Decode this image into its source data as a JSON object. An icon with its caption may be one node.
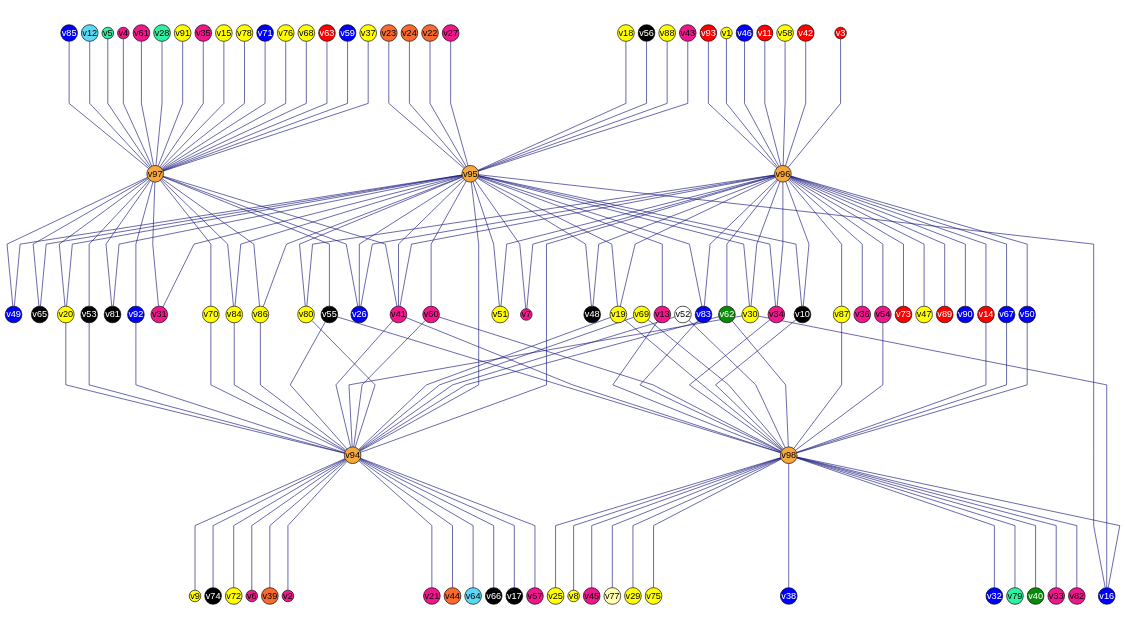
{
  "diagram": {
    "nodes": [
      {
        "text": [
          "v85"
        ]
      },
      {
        "text": [
          "v12"
        ]
      },
      {
        "text": [
          "v5"
        ]
      },
      {
        "text": [
          "v4"
        ]
      },
      {
        "text": [
          "v61"
        ]
      },
      {
        "text": [
          "v28"
        ]
      },
      {
        "text": [
          "v91"
        ]
      },
      {
        "text": [
          "v35"
        ]
      },
      {
        "text": [
          "v15"
        ]
      },
      {
        "text": [
          "v78"
        ]
      },
      {
        "text": [
          "v71"
        ]
      },
      {
        "text": [
          "v76"
        ]
      },
      {
        "text": [
          "v68"
        ]
      },
      {
        "text": [
          "v23"
        ]
      },
      {
        "text": [
          "v63"
        ]
      },
      {
        "text": [
          "v24"
        ]
      },
      {
        "text": [
          "v59"
        ]
      },
      {
        "text": [
          "v97"
        ]
      },
      {
        "text": [
          "v49"
        ]
      },
      {
        "text": [
          "v22"
        ]
      },
      {
        "text": [
          "v37"
        ]
      },
      {
        "text": [
          "v27"
        ]
      },
      {
        "text": [
          "v65"
        ]
      },
      {
        "text": [
          "v9"
        ]
      },
      {
        "text": [
          "v74"
        ]
      },
      {
        "text": [
          "v53"
        ]
      },
      {
        "text": [
          "v18"
        ]
      },
      {
        "text": [
          "v20"
        ]
      },
      {
        "text": [
          "v81"
        ]
      },
      {
        "text": [
          "v92"
        ]
      },
      {
        "text": [
          "v31"
        ]
      },
      {
        "text": [
          "v70"
        ]
      },
      {
        "text": [
          "v72"
        ]
      },
      {
        "text": [
          "v56"
        ]
      },
      {
        "text": [
          "v84"
        ]
      },
      {
        "text": [
          "v86"
        ]
      },
      {
        "text": [
          "v6"
        ]
      },
      {
        "text": [
          "v16"
        ]
      },
      {
        "text": [
          "v88"
        ]
      },
      {
        "text": [
          "v95"
        ]
      },
      {
        "text": [
          "v39"
        ]
      },
      {
        "text": [
          "v30"
        ]
      },
      {
        "text": [
          "v55"
        ]
      },
      {
        "text": [
          "v26"
        ]
      },
      {
        "text": [
          "v83"
        ]
      },
      {
        "text": [
          "v43"
        ]
      },
      {
        "text": [
          "v60"
        ]
      },
      {
        "text": [
          "v2"
        ]
      },
      {
        "text": [
          "v41"
        ]
      },
      {
        "text": [
          "v94"
        ]
      },
      {
        "text": [
          "v51"
        ]
      },
      {
        "text": [
          "v7"
        ]
      },
      {
        "text": [
          "v80"
        ]
      },
      {
        "text": [
          "v48"
        ]
      },
      {
        "text": [
          "v34"
        ]
      },
      {
        "text": [
          "v21"
        ]
      },
      {
        "text": [
          "v93"
        ]
      },
      {
        "text": [
          "v19"
        ]
      },
      {
        "text": [
          "v69"
        ]
      },
      {
        "text": [
          "v1"
        ]
      },
      {
        "text": [
          "v44"
        ]
      },
      {
        "text": [
          "v10"
        ]
      },
      {
        "text": [
          "v50"
        ]
      },
      {
        "text": [
          "v46"
        ]
      },
      {
        "text": [
          "v62"
        ]
      },
      {
        "text": [
          "v25"
        ]
      },
      {
        "text": [
          "v64"
        ]
      },
      {
        "text": [
          "v96"
        ]
      },
      {
        "text": [
          "v11"
        ]
      },
      {
        "text": [
          "v52"
        ]
      },
      {
        "text": [
          "v13"
        ]
      },
      {
        "text": [
          "v66"
        ]
      },
      {
        "text": [
          "v17"
        ]
      },
      {
        "text": [
          "v58"
        ]
      },
      {
        "text": [
          "v98"
        ]
      },
      {
        "text": [
          "v87"
        ]
      },
      {
        "text": [
          "v57"
        ]
      },
      {
        "text": [
          "v42"
        ]
      },
      {
        "text": [
          "v8"
        ]
      },
      {
        "text": [
          "v54"
        ]
      },
      {
        "text": [
          "v45"
        ]
      },
      {
        "text": [
          "v3"
        ]
      },
      {
        "text": [
          "v36"
        ]
      },
      {
        "text": [
          "v77"
        ]
      },
      {
        "text": [
          "v14"
        ]
      },
      {
        "text": [
          "v29"
        ]
      },
      {
        "text": [
          "v73"
        ]
      },
      {
        "text": [
          "v47"
        ]
      },
      {
        "text": [
          "v75"
        ]
      },
      {
        "text": [
          "v89"
        ]
      },
      {
        "text": [
          "v38"
        ]
      },
      {
        "text": [
          "v90"
        ]
      },
      {
        "text": [
          "v67"
        ]
      },
      {
        "text": [
          "v32"
        ]
      },
      {
        "text": [
          "v79"
        ]
      },
      {
        "text": [
          "v40"
        ]
      },
      {
        "text": [
          "v33"
        ]
      },
      {
        "text": [
          "v82"
        ]
      }
    ],
    "edges": [
      {
        "from": 0,
        "to": 17,
        "arrow": "none"
      },
      {
        "from": 1,
        "to": 17,
        "arrow": "none"
      },
      {
        "from": 2,
        "to": 17,
        "arrow": "none"
      },
      {
        "from": 3,
        "to": 17,
        "arrow": "none"
      },
      {
        "from": 4,
        "to": 17,
        "arrow": "none"
      },
      {
        "from": 5,
        "to": 17,
        "arrow": "none"
      },
      {
        "from": 6,
        "to": 17,
        "arrow": "none"
      },
      {
        "from": 7,
        "to": 17,
        "arrow": "none"
      },
      {
        "from": 8,
        "to": 17,
        "arrow": "none"
      },
      {
        "from": 9,
        "to": 17,
        "arrow": "none"
      },
      {
        "from": 10,
        "to": 17,
        "arrow": "none"
      },
      {
        "from": 11,
        "to": 17,
        "arrow": "none"
      },
      {
        "from": 12,
        "to": 17,
        "arrow": "none"
      },
      {
        "from": 14,
        "to": 17,
        "arrow": "none"
      },
      {
        "from": 16,
        "to": 17,
        "arrow": "none"
      },
      {
        "from": 20,
        "to": 17,
        "arrow": "none"
      },
      {
        "from": 13,
        "to": 39,
        "arrow": "none"
      },
      {
        "from": 15,
        "to": 39,
        "arrow": "none"
      },
      {
        "from": 19,
        "to": 39,
        "arrow": "none"
      },
      {
        "from": 21,
        "to": 39,
        "arrow": "none"
      },
      {
        "from": 26,
        "to": 39,
        "arrow": "none"
      },
      {
        "from": 33,
        "to": 39,
        "arrow": "none"
      },
      {
        "from": 38,
        "to": 39,
        "arrow": "none"
      },
      {
        "from": 45,
        "to": 39,
        "arrow": "none"
      },
      {
        "from": 56,
        "to": 67,
        "arrow": "none"
      },
      {
        "from": 59,
        "to": 67,
        "arrow": "none"
      },
      {
        "from": 63,
        "to": 67,
        "arrow": "none"
      },
      {
        "from": 68,
        "to": 67,
        "arrow": "none"
      },
      {
        "from": 73,
        "to": 67,
        "arrow": "none"
      },
      {
        "from": 77,
        "to": 67,
        "arrow": "none"
      },
      {
        "from": 81,
        "to": 67,
        "arrow": "none"
      },
      {
        "from": 67,
        "to": 82,
        "arrow": "none"
      },
      {
        "from": 67,
        "to": 86,
        "arrow": "none"
      },
      {
        "from": 67,
        "to": 87,
        "arrow": "none"
      },
      {
        "from": 67,
        "to": 89,
        "arrow": "none"
      },
      {
        "from": 67,
        "to": 91,
        "arrow": "none"
      },
      {
        "from": 49,
        "to": 23,
        "arrow": "none"
      },
      {
        "from": 49,
        "to": 24,
        "arrow": "none"
      },
      {
        "from": 49,
        "to": 32,
        "arrow": "none"
      },
      {
        "from": 49,
        "to": 36,
        "arrow": "none"
      },
      {
        "from": 49,
        "to": 40,
        "arrow": "none"
      },
      {
        "from": 49,
        "to": 47,
        "arrow": "none"
      },
      {
        "from": 49,
        "to": 55,
        "arrow": "none"
      },
      {
        "from": 49,
        "to": 60,
        "arrow": "none"
      },
      {
        "from": 49,
        "to": 66,
        "arrow": "none"
      },
      {
        "from": 49,
        "to": 71,
        "arrow": "none"
      },
      {
        "from": 49,
        "to": 72,
        "arrow": "none"
      },
      {
        "from": 49,
        "to": 76,
        "arrow": "none"
      },
      {
        "from": 74,
        "to": 65,
        "arrow": "none"
      },
      {
        "from": 74,
        "to": 78,
        "arrow": "none"
      },
      {
        "from": 74,
        "to": 80,
        "arrow": "none"
      },
      {
        "from": 74,
        "to": 83,
        "arrow": "none"
      },
      {
        "from": 74,
        "to": 85,
        "arrow": "none"
      },
      {
        "from": 74,
        "to": 88,
        "arrow": "none"
      },
      {
        "from": 74,
        "to": 90,
        "arrow": "none"
      },
      {
        "from": 74,
        "to": 93,
        "arrow": "none"
      },
      {
        "from": 74,
        "to": 94,
        "arrow": "none"
      },
      {
        "from": 74,
        "to": 95,
        "arrow": "none"
      },
      {
        "from": 74,
        "to": 96,
        "arrow": "none"
      },
      {
        "from": 74,
        "to": 97,
        "arrow": "none"
      },
      {
        "from": 17,
        "to": 18,
        "arrow": "none"
      },
      {
        "from": 39,
        "to": 18,
        "arrow": "none"
      },
      {
        "from": 17,
        "to": 22,
        "arrow": "none"
      },
      {
        "from": 39,
        "to": 22,
        "arrow": "none"
      },
      {
        "from": 17,
        "to": 28,
        "arrow": "none"
      },
      {
        "from": 39,
        "to": 28,
        "arrow": "none"
      },
      {
        "from": 17,
        "to": 30,
        "arrow": "none"
      },
      {
        "from": 39,
        "to": 30,
        "arrow": "none"
      },
      {
        "from": 17,
        "to": 27,
        "arrow": "none"
      },
      {
        "from": 39,
        "to": 27,
        "arrow": "none"
      },
      {
        "from": 27,
        "to": 49,
        "arrow": "none"
      },
      {
        "from": 17,
        "to": 25,
        "arrow": "none"
      },
      {
        "from": 25,
        "to": 49,
        "arrow": "none"
      },
      {
        "from": 17,
        "to": 29,
        "arrow": "none"
      },
      {
        "from": 29,
        "to": 49,
        "arrow": "none"
      },
      {
        "from": 17,
        "to": 31,
        "arrow": "none"
      },
      {
        "from": 31,
        "to": 49,
        "arrow": "none"
      },
      {
        "from": 17,
        "to": 34,
        "arrow": "none"
      },
      {
        "from": 39,
        "to": 34,
        "arrow": "none"
      },
      {
        "from": 34,
        "to": 49,
        "arrow": "none"
      },
      {
        "from": 17,
        "to": 35,
        "arrow": "none"
      },
      {
        "from": 39,
        "to": 35,
        "arrow": "none"
      },
      {
        "from": 35,
        "to": 49,
        "arrow": "none"
      },
      {
        "from": 17,
        "to": 42,
        "arrow": "none"
      },
      {
        "from": 42,
        "to": 49,
        "arrow": "none"
      },
      {
        "from": 42,
        "to": 74,
        "arrow": "none"
      },
      {
        "from": 17,
        "to": 43,
        "arrow": "none"
      },
      {
        "from": 39,
        "to": 43,
        "arrow": "none"
      },
      {
        "from": 67,
        "to": 43,
        "arrow": "none"
      },
      {
        "from": 17,
        "to": 48,
        "arrow": "none"
      },
      {
        "from": 39,
        "to": 48,
        "arrow": "none"
      },
      {
        "from": 67,
        "to": 48,
        "arrow": "none"
      },
      {
        "from": 48,
        "to": 49,
        "arrow": "none"
      },
      {
        "from": 48,
        "to": 74,
        "arrow": "none"
      },
      {
        "from": 39,
        "to": 53,
        "arrow": "none"
      },
      {
        "from": 67,
        "to": 53,
        "arrow": "none"
      },
      {
        "from": 39,
        "to": 51,
        "arrow": "none"
      },
      {
        "from": 67,
        "to": 51,
        "arrow": "none"
      },
      {
        "from": 39,
        "to": 50,
        "arrow": "none"
      },
      {
        "from": 67,
        "to": 50,
        "arrow": "none"
      },
      {
        "from": 39,
        "to": 70,
        "arrow": "none"
      },
      {
        "from": 70,
        "to": 74,
        "arrow": "none"
      },
      {
        "from": 39,
        "to": 37,
        "arrow": "none"
      },
      {
        "from": 41,
        "to": 37,
        "arrow": "none"
      },
      {
        "from": 74,
        "to": 37,
        "arrow": "none"
      },
      {
        "from": 39,
        "to": 41,
        "arrow": "none"
      },
      {
        "from": 67,
        "to": 41,
        "arrow": "none"
      },
      {
        "from": 41,
        "to": 49,
        "arrow": "none"
      },
      {
        "from": 39,
        "to": 44,
        "arrow": "none"
      },
      {
        "from": 67,
        "to": 44,
        "arrow": "none"
      },
      {
        "from": 44,
        "to": 74,
        "arrow": "none"
      },
      {
        "from": 39,
        "to": 46,
        "arrow": "none"
      },
      {
        "from": 46,
        "to": 49,
        "arrow": "none"
      },
      {
        "from": 46,
        "to": 74,
        "arrow": "none"
      },
      {
        "from": 39,
        "to": 52,
        "arrow": "none"
      },
      {
        "from": 67,
        "to": 52,
        "arrow": "none"
      },
      {
        "from": 52,
        "to": 49,
        "arrow": "none"
      },
      {
        "from": 39,
        "to": 54,
        "arrow": "none"
      },
      {
        "from": 67,
        "to": 54,
        "arrow": "none"
      },
      {
        "from": 54,
        "to": 74,
        "arrow": "none"
      },
      {
        "from": 39,
        "to": 57,
        "arrow": "none"
      },
      {
        "from": 67,
        "to": 57,
        "arrow": "none"
      },
      {
        "from": 57,
        "to": 49,
        "arrow": "none"
      },
      {
        "from": 57,
        "to": 74,
        "arrow": "none"
      },
      {
        "from": 39,
        "to": 61,
        "arrow": "none"
      },
      {
        "from": 67,
        "to": 61,
        "arrow": "none"
      },
      {
        "from": 61,
        "to": 74,
        "arrow": "none"
      },
      {
        "from": 58,
        "to": 49,
        "arrow": "none"
      },
      {
        "from": 58,
        "to": 74,
        "arrow": "none"
      },
      {
        "from": 69,
        "to": 49,
        "arrow": "none"
      },
      {
        "from": 69,
        "to": 74,
        "arrow": "none"
      },
      {
        "from": 67,
        "to": 64,
        "arrow": "none"
      },
      {
        "from": 64,
        "to": 49,
        "arrow": "none"
      },
      {
        "from": 64,
        "to": 74,
        "arrow": "none"
      },
      {
        "from": 67,
        "to": 75,
        "arrow": "none"
      },
      {
        "from": 75,
        "to": 74,
        "arrow": "none"
      },
      {
        "from": 67,
        "to": 79,
        "arrow": "none"
      },
      {
        "from": 79,
        "to": 74,
        "arrow": "none"
      },
      {
        "from": 67,
        "to": 84,
        "arrow": "none"
      },
      {
        "from": 84,
        "to": 74,
        "arrow": "none"
      },
      {
        "from": 67,
        "to": 92,
        "arrow": "none"
      },
      {
        "from": 92,
        "to": 74,
        "arrow": "none"
      },
      {
        "from": 67,
        "to": 62,
        "arrow": "none"
      },
      {
        "from": 62,
        "to": 74,
        "arrow": "none"
      },
      {
        "from": 39,
        "to": 49,
        "arrow": "none"
      },
      {
        "from": 67,
        "to": 49,
        "arrow": "none"
      }
    ]
  }
}
